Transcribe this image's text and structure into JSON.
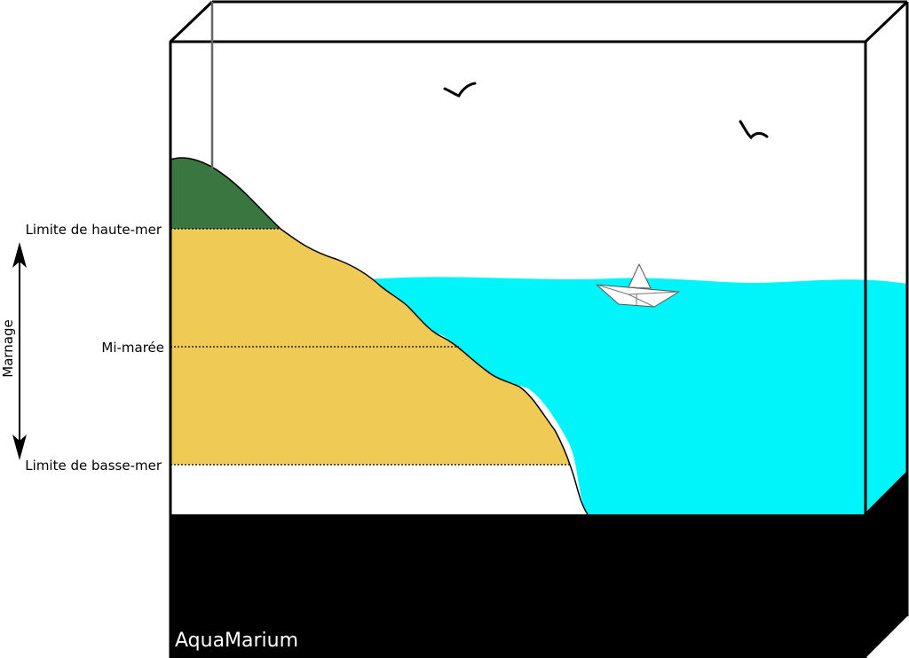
{
  "labels": {
    "high_tide": "Limite de haute-mer",
    "mid_tide": "Mi-marée",
    "low_tide": "Limite de basse-mer",
    "tidal_range": "Marnage"
  },
  "brand": "AquaMarium",
  "colors": {
    "water": "#00f5fa",
    "sand": "#efca55",
    "grass": "#3a7640",
    "base": "#000000",
    "outline": "#000000"
  },
  "icons": {
    "bird_1": "bird-icon",
    "bird_2": "bird-icon",
    "boat": "paper-boat-icon"
  }
}
